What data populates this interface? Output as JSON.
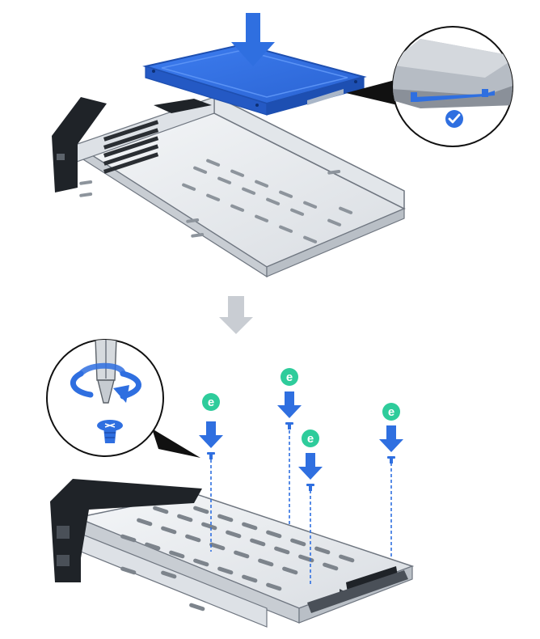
{
  "colors": {
    "drive_blue": "#2f6fe0",
    "drive_blue_dark": "#1e4fb0",
    "badge_green": "#2ecc9b",
    "step_arrow_gray": "#c9cdd3",
    "tray_metal": "#eceff2",
    "tray_edge": "#6f7680",
    "handle_black": "#1f2328"
  },
  "icons": {
    "install_arrow": "arrow-down-icon",
    "confirm": "checkmark-circle-icon",
    "rotate": "rotate-clockwise-icon",
    "screwdriver": "screwdriver-icon",
    "screw": "screw-icon"
  },
  "screw_badges": [
    "e",
    "e",
    "e",
    "e"
  ]
}
